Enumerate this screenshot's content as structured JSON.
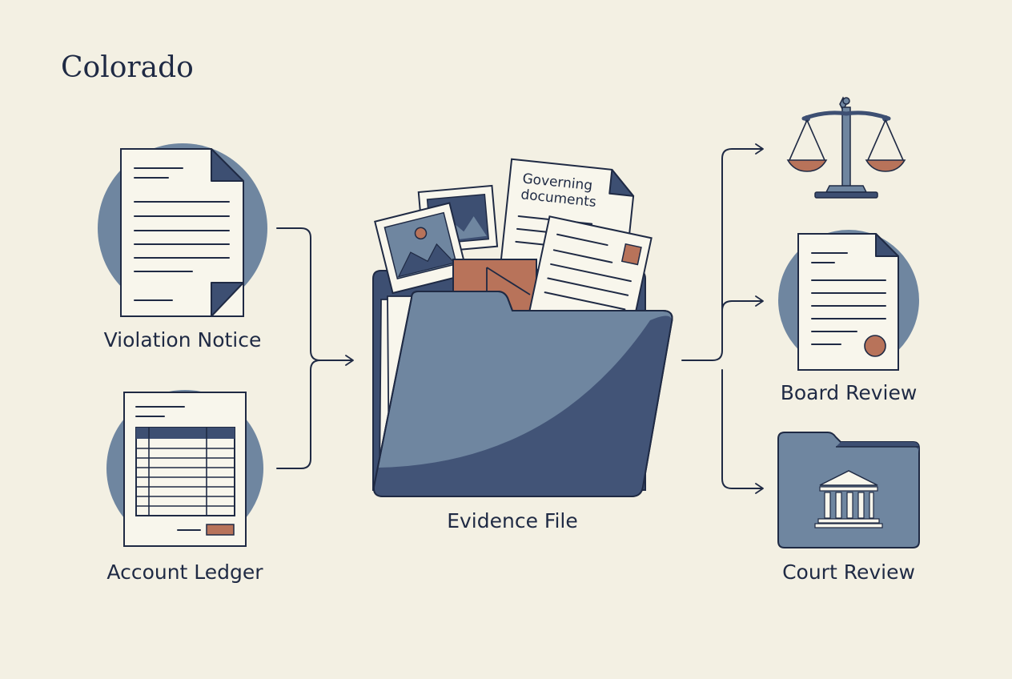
{
  "title": "Colorado",
  "inputs": {
    "violation_notice": "Violation Notice",
    "account_ledger": "Account Ledger"
  },
  "center": {
    "evidence_file": "Evidence File",
    "governing_documents": [
      "Governing",
      "documents"
    ]
  },
  "outputs": {
    "board_review": "Board Review",
    "court_review": "Court Review"
  },
  "colors": {
    "background": "#f3f0e3",
    "navy": "#3d4f72",
    "slate": "#6f86a0",
    "terracotta": "#b8735a",
    "ink": "#1f2a44"
  }
}
